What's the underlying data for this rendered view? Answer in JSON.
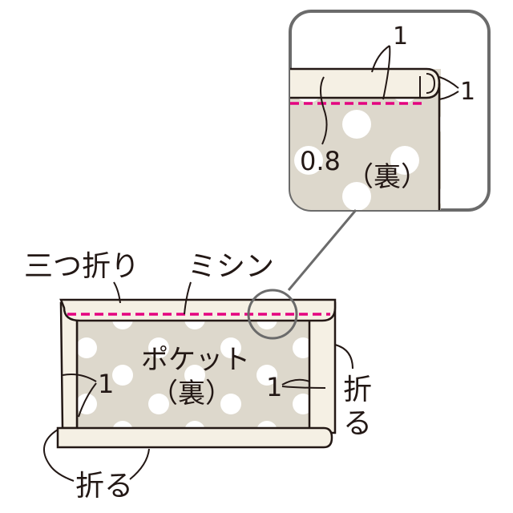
{
  "labels": {
    "tri_fold": "三つ折り",
    "stitch": "ミシン",
    "pocket": "ポケット",
    "back": "（裏）",
    "fold_right": "折る",
    "fold_bottom": "折る",
    "dim_left": "1",
    "dim_right": "1"
  },
  "detail": {
    "dim_top": "1",
    "dim_side": "1",
    "dim_stitch": "0.8",
    "back": "（裏）"
  },
  "colors": {
    "fabric": "#ddd8cc",
    "fold": "#f5f0e4",
    "dots": "#ffffff",
    "stitch": "#e4007f",
    "outline": "#231815",
    "frame": "#6b6b6b"
  }
}
